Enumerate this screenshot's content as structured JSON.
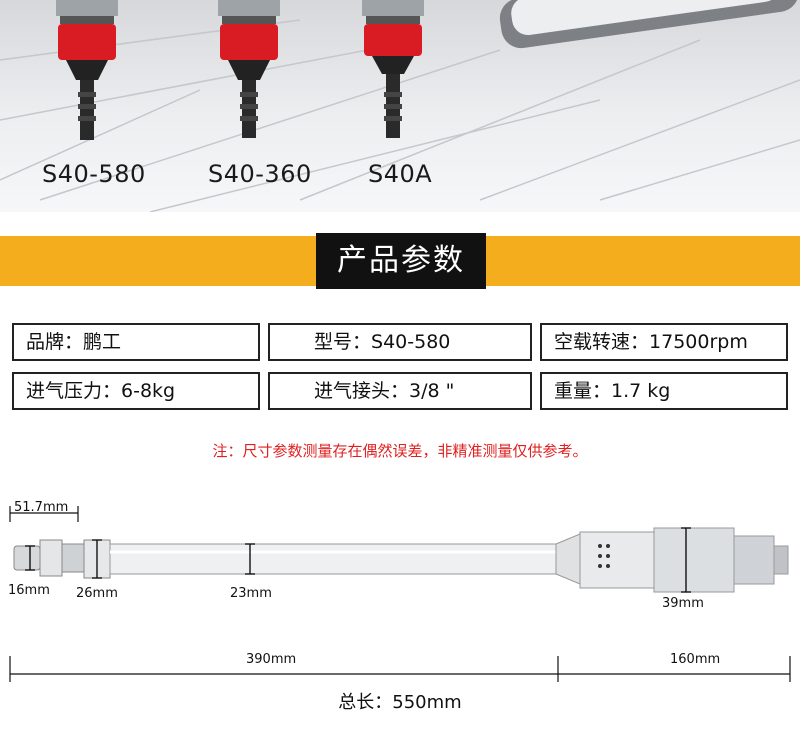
{
  "models": [
    "S40-580",
    "S40-360",
    "S40A"
  ],
  "section_title": "产品参数",
  "specs": [
    {
      "label": "品牌：",
      "value": "鹏工"
    },
    {
      "label": "型号：",
      "value": "S40-580"
    },
    {
      "label": "空载转速：",
      "value": "17500rpm"
    },
    {
      "label": "进气压力：",
      "value": "6-8kg"
    },
    {
      "label": "进气接头：",
      "value": "3/8 \""
    },
    {
      "label": "重量：",
      "value": "1.7 kg"
    }
  ],
  "note": "注：尺寸参数测量存在偶然误差，非精准测量仅供参考。",
  "dimensions": {
    "tip_length": "51.7mm",
    "tip_dia": "16mm",
    "collar_dia": "26mm",
    "shaft_dia": "23mm",
    "body_dia": "39mm",
    "shaft_length": "390mm",
    "body_length": "160mm"
  },
  "total": {
    "label": "总长：",
    "value": "550mm"
  },
  "colors": {
    "band": "#f4ad1d",
    "title_bg": "#111111",
    "note": "#e02020",
    "collar_red": "#d91c24"
  }
}
